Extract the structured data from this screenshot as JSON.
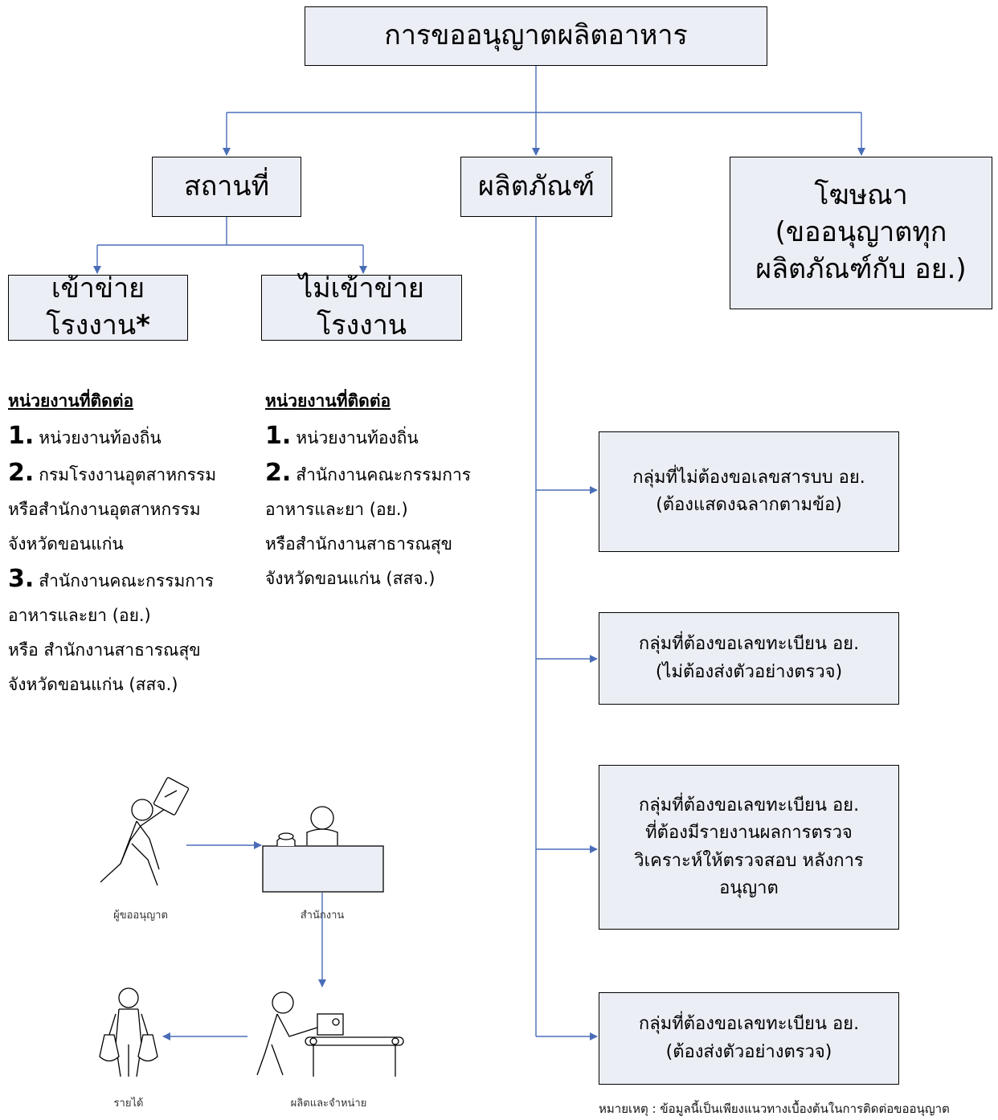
{
  "root": "การขออนุญาตผลิตอาหาร",
  "branches": {
    "place": "สถานที่",
    "product": "ผลิตภัณฑ์",
    "advert": {
      "line1": "โฆษณา",
      "line2": "(ขออนุญาตทุก",
      "line3": "ผลิตภัณฑ์กับ อย.)"
    }
  },
  "place_children": {
    "factory": "เข้าข่ายโรงงาน",
    "factory_mark": "*",
    "non_factory": "ไม่เข้าข่ายโรงงาน"
  },
  "contacts_factory": {
    "heading": "หน่วยงานที่ติดต่อ",
    "items": [
      {
        "num": "1.",
        "lines": [
          "หน่วยงานท้องถิ่น"
        ]
      },
      {
        "num": "2.",
        "lines": [
          "กรมโรงงานอุตสาหกรรม",
          "หรือสำนักงานอุตสาหกรรม",
          "จังหวัดขอนแก่น"
        ]
      },
      {
        "num": "3.",
        "lines": [
          "สำนักงานคณะกรรมการ",
          "อาหารและยา (อย.)",
          "หรือ สำนักงานสาธารณสุข",
          "จังหวัดขอนแก่น (สสจ.)"
        ]
      }
    ]
  },
  "contacts_non_factory": {
    "heading": "หน่วยงานที่ติดต่อ",
    "items": [
      {
        "num": "1.",
        "lines": [
          "หน่วยงานท้องถิ่น"
        ]
      },
      {
        "num": "2.",
        "lines": [
          "สำนักงานคณะกรรมการ",
          "อาหารและยา (อย.)",
          "หรือสำนักงานสาธารณสุข",
          "จังหวัดขอนแก่น (สสจ.)"
        ]
      }
    ]
  },
  "product_groups": [
    {
      "lines": [
        "กลุ่มที่ไม่ต้องขอเลขสารบบ อย.",
        "(ต้องแสดงฉลากตามข้อ)"
      ]
    },
    {
      "lines": [
        "กลุ่มที่ต้องขอเลขทะเบียน อย.",
        "(ไม่ต้องส่งตัวอย่างตรวจ)"
      ]
    },
    {
      "lines": [
        "กลุ่มที่ต้องขอเลขทะเบียน อย.",
        "ที่ต้องมีรายงานผลการตรวจ",
        "วิเคราะห์ให้ตรวจสอบ หลังการ",
        "อนุญาต"
      ]
    },
    {
      "lines": [
        "กลุ่มที่ต้องขอเลขทะเบียน อย.",
        "(ต้องส่งตัวอย่างตรวจ)"
      ]
    }
  ],
  "flow_captions": {
    "applicant": "ผู้ขออนุญาต",
    "office": "สำนักงาน",
    "produce": "ผลิตและจำหน่าย",
    "income": "รายได้"
  },
  "footnote": "หมายเหตุ : ข้อมูลนี้เป็นเพียงแนวทางเบื้องต้นในการติดต่อขออนุญาต"
}
